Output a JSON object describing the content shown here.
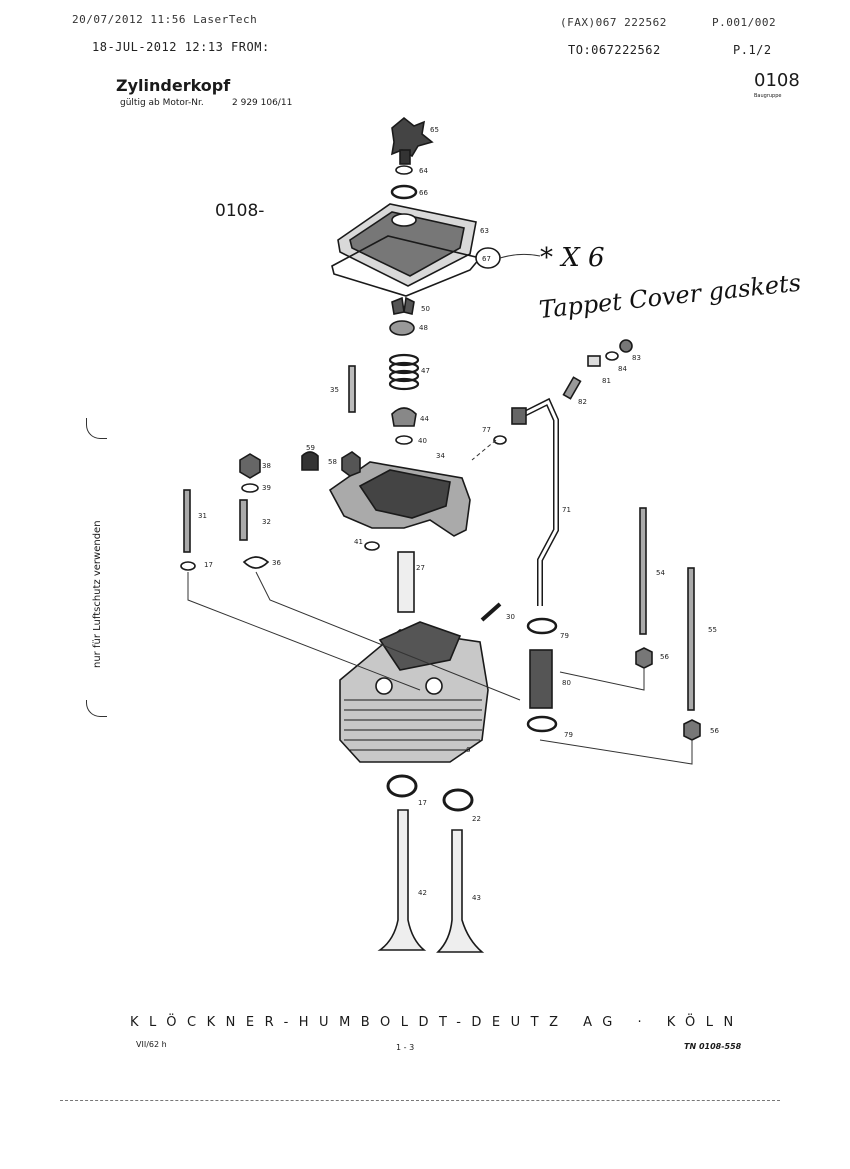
{
  "fax_header_line1": {
    "datetime": "20/07/2012   11:56 LaserTech",
    "fax": "(FAX)067 222562",
    "page": "P.001/002"
  },
  "fax_header_line2": {
    "datetime": "18-JUL-2012 12:13  FROM:",
    "to": "TO:067222562",
    "page": "P.1/2"
  },
  "doc": {
    "title": "Zylinderkopf",
    "valid_for": "gültig ab Motor-Nr.",
    "motor_no": "2 929 106/11",
    "group_code": "0108",
    "group_label": "Baugruppe",
    "diagram_ref": "0108-"
  },
  "margin_note": "nur für Luftschutz verwenden",
  "handwritten": {
    "qty": "* X 6",
    "note": "Tappet Cover gaskets"
  },
  "part_numbers": [
    "65",
    "64",
    "66",
    "63",
    "67",
    "50",
    "48",
    "47",
    "44",
    "40",
    "35",
    "34",
    "59",
    "58",
    "38",
    "39",
    "31",
    "32",
    "41",
    "27",
    "17",
    "36",
    "30",
    "79",
    "80",
    "79",
    "71",
    "77",
    "82",
    "81",
    "84",
    "83",
    "54",
    "56",
    "55",
    "56",
    "6",
    "17",
    "22",
    "42",
    "43"
  ],
  "footer": {
    "brand": "KLÖCKNER-HUMBOLDT-DEUTZ AG · KÖLN",
    "date": "VII/62 h",
    "page": "1 - 3",
    "ref": "TN 0108-558"
  }
}
